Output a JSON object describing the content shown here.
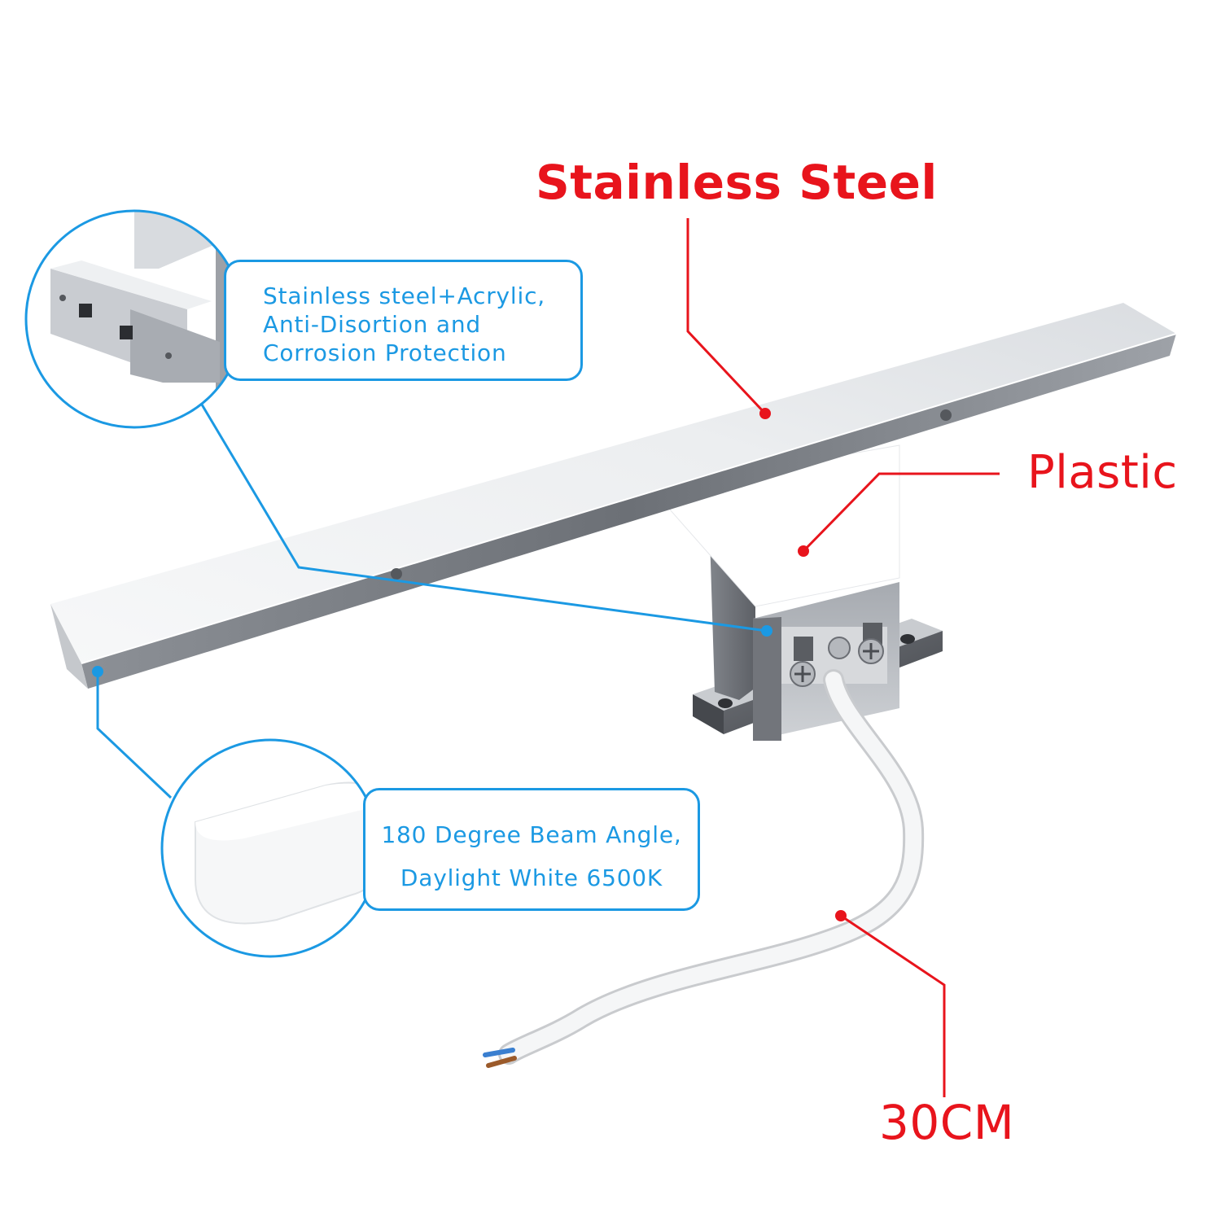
{
  "colors": {
    "accent_red": "#e8141c",
    "accent_blue": "#1b99e3",
    "bar_light": "#f2f3f5",
    "bar_shadow": "#8d9096",
    "metal_dark": "#5a5d62"
  },
  "labels": {
    "stainless": "Stainless Steel",
    "plastic": "Plastic",
    "length": "30CM"
  },
  "callouts": {
    "material": {
      "lines": [
        "Stainless steel+Acrylic,",
        "Anti-Disortion and",
        "Corrosion Protection"
      ]
    },
    "beam": {
      "lines": [
        "180 Degree Beam Angle,",
        "Daylight White 6500K"
      ]
    }
  },
  "icons": {
    "bracket_zoom": "bracket-detail-icon",
    "diffuser_zoom": "diffuser-detail-icon",
    "lamp": "mirror-lamp-icon",
    "cable": "power-cable-icon"
  }
}
